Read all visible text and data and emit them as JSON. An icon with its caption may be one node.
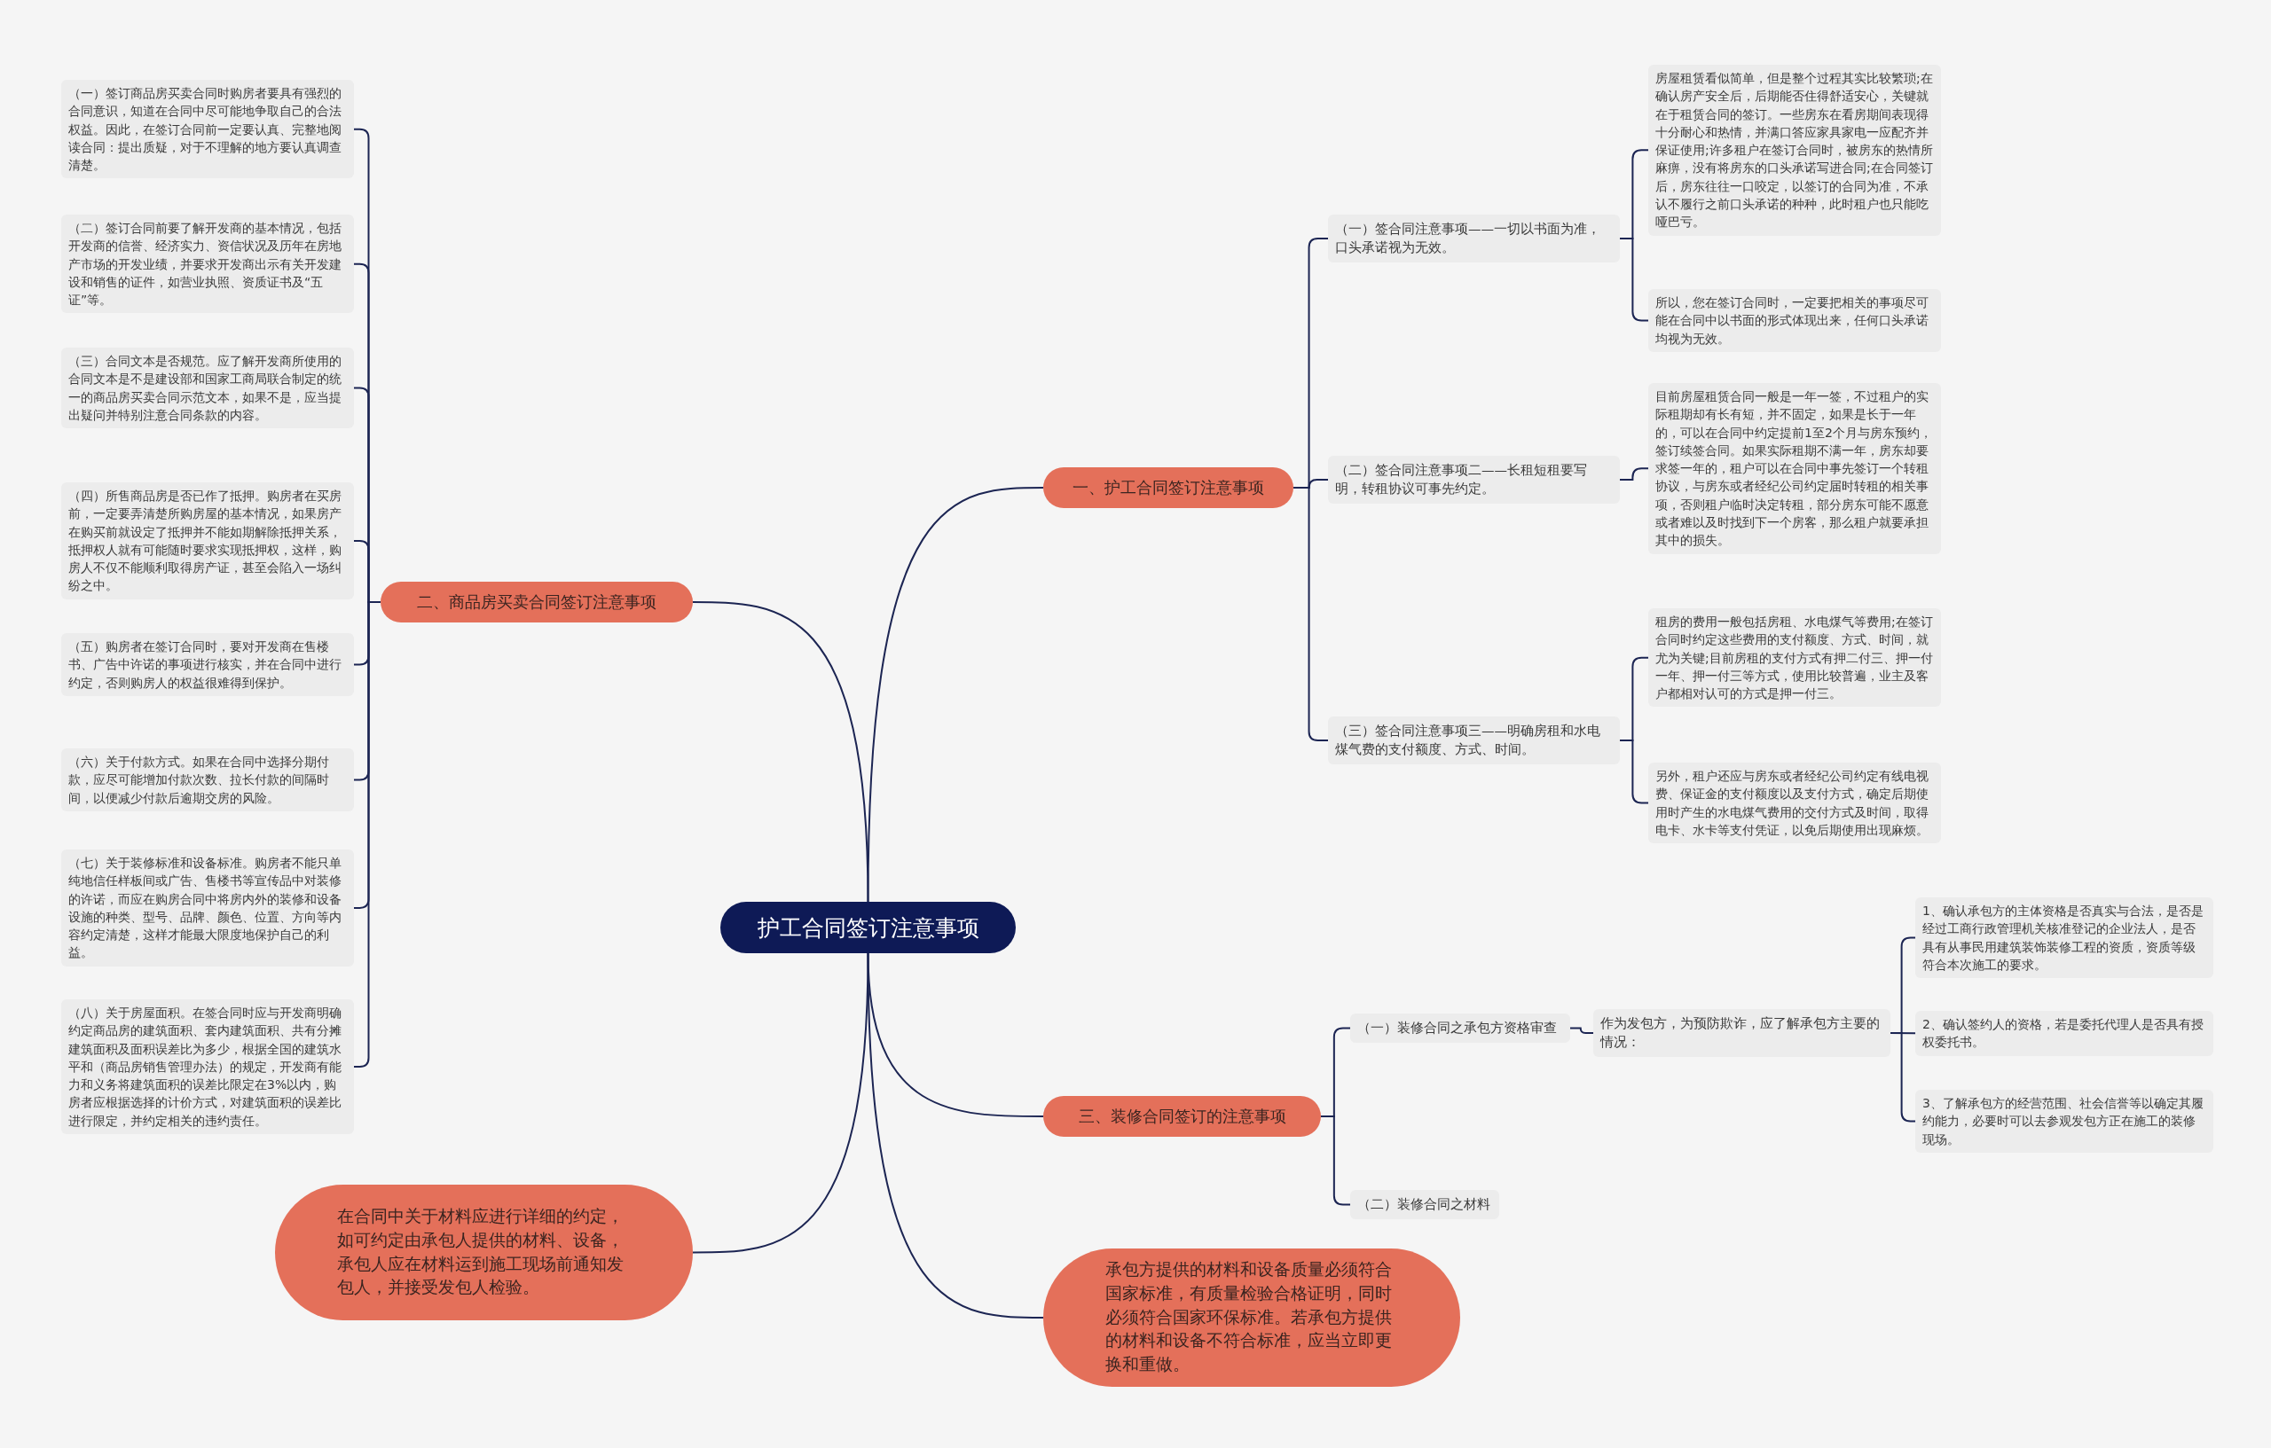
{
  "diagram": {
    "nodes": [
      {
        "text": [
          "护工合同签订注意事项"
        ]
      },
      {
        "text": [
          "一、护工合同签订注意事项"
        ]
      },
      {
        "text": [
          "（一）签合同注意事项——一切以书面为准，口头承诺视为无效。"
        ]
      },
      {
        "text": [
          "房屋租赁看似简单，但是整个过程其实比较繁琐;在确认房产安全后，后期能否住得舒适安心，关键就在于租赁合同的签订。一些房东在看房期间表现得十分耐心和热情，并满口答应家具家电一应配齐并保证使用;许多租户在签订合同时，被房东的热情所麻痹，没有将房东的口头承诺写进合同;在合同签订后，房东往往一口咬定，以签订的合同为准，不承认不履行之前口头承诺的种种，此时租户也只能吃哑巴亏。"
        ]
      },
      {
        "text": [
          "所以，您在签订合同时，一定要把相关的事项尽可能在合同中以书面的形式体现出来，任何口头承诺均视为无效。"
        ]
      },
      {
        "text": [
          "（二）签合同注意事项二——长租短租要写明，转租协议可事先约定。"
        ]
      },
      {
        "text": [
          "目前房屋租赁合同一般是一年一签，不过租户的实际租期却有长有短，并不固定，如果是长于一年的，可以在合同中约定提前1至2个月与房东预约，签订续签合同。如果实际租期不满一年，房东却要求签一年的，租户可以在合同中事先签订一个转租协议，与房东或者经纪公司约定届时转租的相关事项，否则租户临时决定转租，部分房东可能不愿意或者难以及时找到下一个房客，那么租户就要承担其中的损失。"
        ]
      },
      {
        "text": [
          "（三）签合同注意事项三——明确房租和水电煤气费的支付额度、方式、时间。"
        ]
      },
      {
        "text": [
          "租房的费用一般包括房租、水电煤气等费用;在签订合同时约定这些费用的支付额度、方式、时间，就尤为关键;目前房租的支付方式有押二付三、押一付一年、押一付三等方式，使用比较普遍，业主及客户都相对认可的方式是押一付三。"
        ]
      },
      {
        "text": [
          "另外，租户还应与房东或者经纪公司约定有线电视费、保证金的支付额度以及支付方式，确定后期使用时产生的水电煤气费用的交付方式及时间，取得电卡、水卡等支付凭证，以免后期使用出现麻烦。"
        ]
      },
      {
        "text": [
          "二、商品房买卖合同签订注意事项"
        ]
      },
      {
        "text": [
          "（一）签订商品房买卖合同时购房者要具有强烈的合同意识，知道在合同中尽可能地争取自己的合法权益。因此，在签订合同前一定要认真、完整地阅读合同：提出质疑，对于不理解的地方要认真调查清楚。"
        ]
      },
      {
        "text": [
          "（二）签订合同前要了解开发商的基本情况，包括开发商的信誉、经济实力、资信状况及历年在房地产市场的开发业绩，并要求开发商出示有关开发建设和销售的证件，如营业执照、资质证书及“五证”等。"
        ]
      },
      {
        "text": [
          "（三）合同文本是否规范。应了解开发商所使用的合同文本是不是建设部和国家工商局联合制定的统一的商品房买卖合同示范文本，如果不是，应当提出疑问并特别注意合同条款的内容。"
        ]
      },
      {
        "text": [
          "（四）所售商品房是否已作了抵押。购房者在买房前，一定要弄清楚所购房屋的基本情况，如果房产在购买前就设定了抵押并不能如期解除抵押关系，抵押权人就有可能随时要求实现抵押权，这样，购房人不仅不能顺利取得房产证，甚至会陷入一场纠纷之中。"
        ]
      },
      {
        "text": [
          "（五）购房者在签订合同时，要对开发商在售楼书、广告中许诺的事项进行核实，并在合同中进行约定，否则购房人的权益很难得到保护。"
        ]
      },
      {
        "text": [
          "（六）关于付款方式。如果在合同中选择分期付款，应尽可能增加付款次数、拉长付款的间隔时间，以便减少付款后逾期交房的风险。"
        ]
      },
      {
        "text": [
          "（七）关于装修标准和设备标准。购房者不能只单纯地信任样板间或广告、售楼书等宣传品中对装修的许诺，而应在购房合同中将房内外的装修和设备设施的种类、型号、品牌、颜色、位置、方向等内容约定清楚，这样才能最大限度地保护自己的利益。"
        ]
      },
      {
        "text": [
          "（八）关于房屋面积。在签合同时应与开发商明确约定商品房的建筑面积、套内建筑面积、共有分摊建筑面积及面积误差比为多少，根据全国的建筑水平和（商品房销售管理办法）的规定，开发商有能力和义务将建筑面积的误差比限定在3%以内，购房者应根据选择的计价方式，对建筑面积的误差比进行限定，并约定相关的违约责任。"
        ]
      },
      {
        "text": [
          "三、装修合同签订的注意事项"
        ]
      },
      {
        "text": [
          "（一）装修合同之承包方资格审查"
        ]
      },
      {
        "text": [
          "作为发包方，为预防欺诈，应了解承包方主要的情况："
        ]
      },
      {
        "text": [
          "1、确认承包方的主体资格是否真实与合法，是否是经过工商行政管理机关核准登记的企业法人，是否具有从事民用建筑装饰装修工程的资质，资质等级符合本次施工的要求。"
        ]
      },
      {
        "text": [
          "2、确认签约人的资格，若是委托代理人是否具有授权委托书。"
        ]
      },
      {
        "text": [
          "3、了解承包方的经营范围、社会信誉等以确定其履约能力，必要时可以去参观发包方正在施工的装修现场。"
        ]
      },
      {
        "text": [
          "（二）装修合同之材料"
        ]
      },
      {
        "text": [
          "在合同中关于材料应进行详细的约定，如可约定由承包人提供的材料、设备，承包人应在材料运到施工现场前通知发包人，并接受发包人检验。"
        ]
      },
      {
        "text": [
          "承包方提供的材料和设备质量必须符合国家标准，有质量检验合格证明，同时必须符合国家环保标准。若承包方提供的材料和设备不符合标准，应当立即更换和重做。"
        ]
      }
    ],
    "edges": [
      {
        "from": 0,
        "to": 1,
        "arrow": "none"
      },
      {
        "from": 1,
        "to": 2,
        "arrow": "none"
      },
      {
        "from": 2,
        "to": 3,
        "arrow": "none"
      },
      {
        "from": 2,
        "to": 4,
        "arrow": "none"
      },
      {
        "from": 1,
        "to": 5,
        "arrow": "none"
      },
      {
        "from": 5,
        "to": 6,
        "arrow": "none"
      },
      {
        "from": 1,
        "to": 7,
        "arrow": "none"
      },
      {
        "from": 7,
        "to": 8,
        "arrow": "none"
      },
      {
        "from": 7,
        "to": 9,
        "arrow": "none"
      },
      {
        "from": 0,
        "to": 10,
        "arrow": "none"
      },
      {
        "from": 10,
        "to": 11,
        "arrow": "none"
      },
      {
        "from": 10,
        "to": 12,
        "arrow": "none"
      },
      {
        "from": 10,
        "to": 13,
        "arrow": "none"
      },
      {
        "from": 10,
        "to": 14,
        "arrow": "none"
      },
      {
        "from": 10,
        "to": 15,
        "arrow": "none"
      },
      {
        "from": 10,
        "to": 16,
        "arrow": "none"
      },
      {
        "from": 10,
        "to": 17,
        "arrow": "none"
      },
      {
        "from": 10,
        "to": 18,
        "arrow": "none"
      },
      {
        "from": 0,
        "to": 19,
        "arrow": "none"
      },
      {
        "from": 19,
        "to": 20,
        "arrow": "none"
      },
      {
        "from": 20,
        "to": 21,
        "arrow": "none"
      },
      {
        "from": 21,
        "to": 22,
        "arrow": "none"
      },
      {
        "from": 21,
        "to": 23,
        "arrow": "none"
      },
      {
        "from": 21,
        "to": 24,
        "arrow": "none"
      },
      {
        "from": 19,
        "to": 25,
        "arrow": "none"
      },
      {
        "from": 0,
        "to": 26,
        "arrow": "none"
      },
      {
        "from": 0,
        "to": 27,
        "arrow": "none"
      }
    ]
  }
}
